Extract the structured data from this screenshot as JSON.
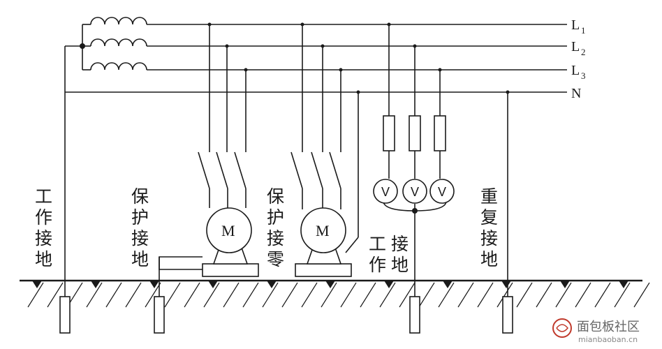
{
  "lines": {
    "L1": "L",
    "L1_sub": "1",
    "L2": "L",
    "L2_sub": "2",
    "L3": "L",
    "L3_sub": "3",
    "N": "N"
  },
  "labels": {
    "work_ground_left": [
      "工",
      "作",
      "接",
      "地"
    ],
    "protect_ground": [
      "保",
      "护",
      "接",
      "地"
    ],
    "protect_neutral": [
      "保",
      "护",
      "接",
      "零"
    ],
    "work_ground_mid_a": [
      "工",
      "作"
    ],
    "work_ground_mid_b": [
      "接",
      "地"
    ],
    "repeat_ground": [
      "重",
      "复",
      "接",
      "地"
    ]
  },
  "motors": {
    "motor1": "M",
    "motor2": "M"
  },
  "meters": {
    "v1": "V",
    "v2": "V",
    "v3": "V"
  },
  "watermark": {
    "title": "面包板社区",
    "url": "mianbaoban.cn"
  }
}
